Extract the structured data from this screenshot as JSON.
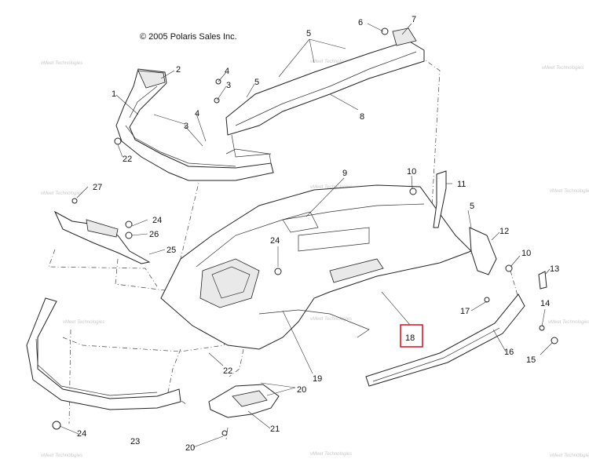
{
  "copyright": "© 2005 Polaris Sales Inc.",
  "watermark": "vMeet Technologies",
  "highlight_color": "#d11f2a",
  "highlighted_callout": "18",
  "callouts": [
    "1",
    "2",
    "3",
    "4",
    "5",
    "6",
    "7",
    "8",
    "9",
    "10",
    "11",
    "12",
    "13",
    "14",
    "15",
    "16",
    "17",
    "18",
    "19",
    "20",
    "21",
    "22",
    "23",
    "24",
    "25",
    "26",
    "27"
  ]
}
